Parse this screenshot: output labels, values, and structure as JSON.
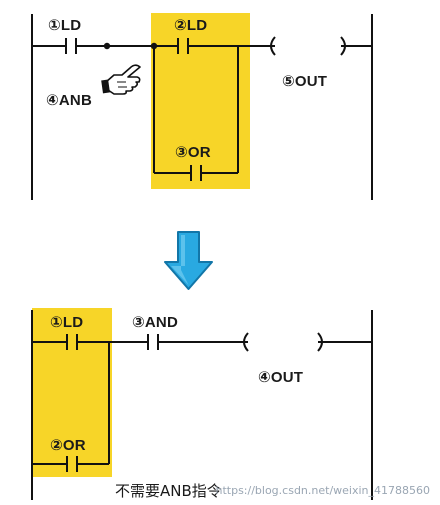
{
  "top_diagram": {
    "labels": {
      "ld1": "①LD",
      "ld2": "②LD",
      "or3": "③OR",
      "anb4": "④ANB",
      "out5": "⑤OUT"
    },
    "highlight_color": "#f7d528"
  },
  "arrow": {
    "icon": "down-arrow-icon",
    "color": "#29a9e1"
  },
  "bottom_diagram": {
    "labels": {
      "ld1": "①LD",
      "or2": "②OR",
      "and3": "③AND",
      "out4": "④OUT"
    },
    "caption": "不需要ANB指令",
    "highlight_color": "#f7d528"
  },
  "watermark": "https://blog.csdn.net/weixin_41788560"
}
